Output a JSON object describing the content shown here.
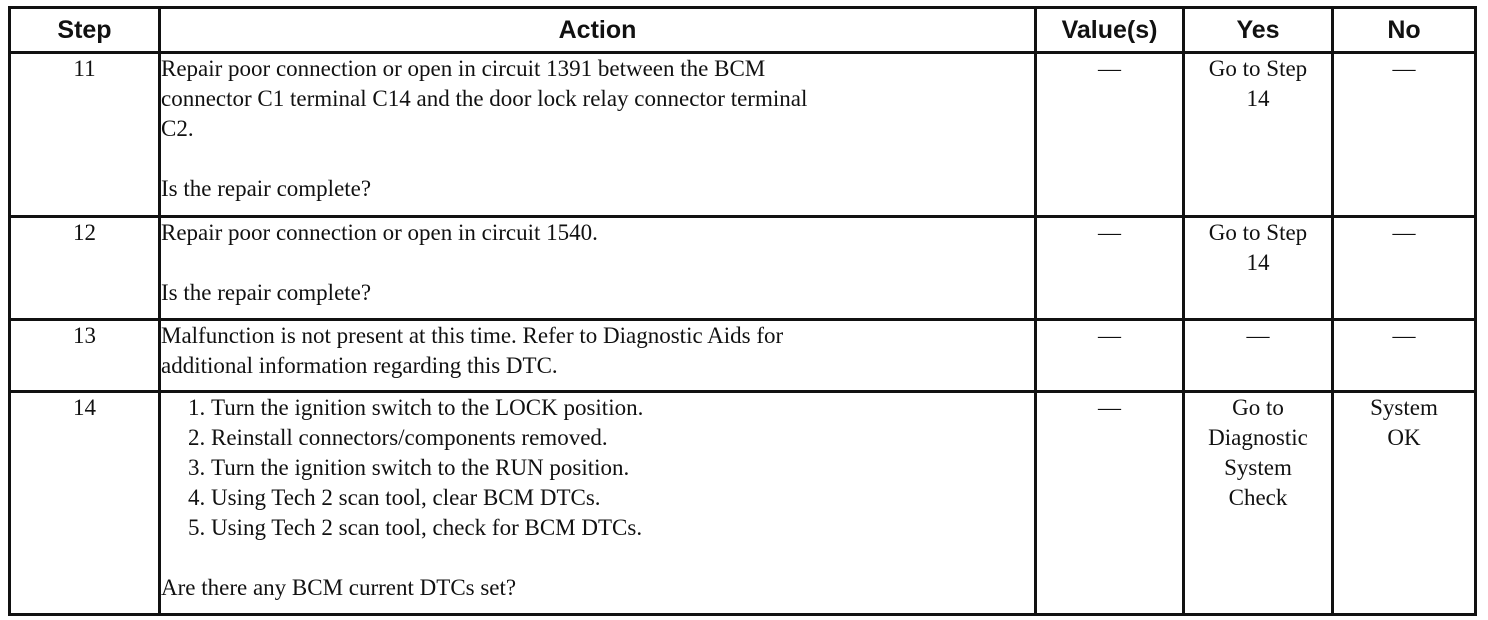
{
  "headers": {
    "step": "Step",
    "action": "Action",
    "values": "Value(s)",
    "yes": "Yes",
    "no": "No"
  },
  "rows": [
    {
      "step": "11",
      "action_lines": [
        "Repair poor connection or open in circuit 1391 between the BCM",
        "connector C1 terminal C14 and the door lock relay connector terminal",
        "C2."
      ],
      "question": "Is the repair complete?",
      "values": "—",
      "yes_lines": [
        "Go to Step",
        "14"
      ],
      "no_lines": [
        "—"
      ]
    },
    {
      "step": "12",
      "action_lines": [
        "Repair poor connection or open in circuit 1540."
      ],
      "question": "Is the repair complete?",
      "values": "—",
      "yes_lines": [
        "Go to Step",
        "14"
      ],
      "no_lines": [
        "—"
      ]
    },
    {
      "step": "13",
      "action_lines": [
        "Malfunction is not present at this time. Refer to Diagnostic Aids for",
        "additional information regarding this DTC."
      ],
      "values": "—",
      "yes_lines": [
        "—"
      ],
      "no_lines": [
        "—"
      ]
    },
    {
      "step": "14",
      "action_steps": [
        "Turn the ignition switch to the LOCK position.",
        "Reinstall connectors/components removed.",
        "Turn the ignition switch to the RUN position.",
        "Using Tech 2 scan tool, clear BCM DTCs.",
        "Using Tech 2 scan tool, check for BCM DTCs."
      ],
      "question": "Are there any BCM current DTCs set?",
      "values": "—",
      "yes_lines": [
        "Go to",
        "Diagnostic",
        "System",
        "Check"
      ],
      "no_lines": [
        "System",
        "OK"
      ]
    }
  ]
}
